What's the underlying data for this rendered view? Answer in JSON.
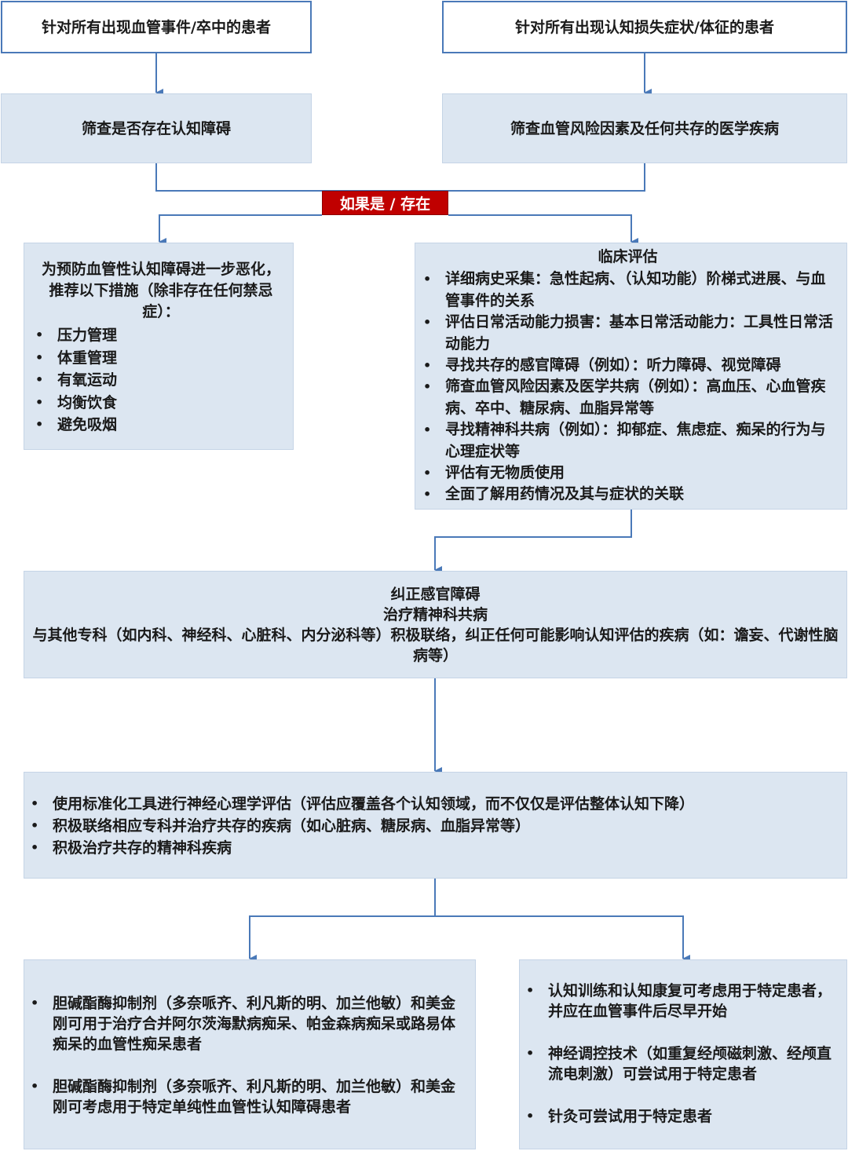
{
  "top_left": "针对所有出现血管事件/卒中的患者",
  "top_right": "针对所有出现认知损失症状/体征的患者",
  "screen_left": "筛查是否存在认知障碍",
  "screen_right": "筛查血管风险因素及任何共存的医学疾病",
  "condition_label": "如果是 / 存在",
  "prevention": {
    "intro": "为预防血管性认知障碍进一步恶化，推荐以下措施（除非存在任何禁忌症）：",
    "items": [
      "压力管理",
      "体重管理",
      "有氧运动",
      "均衡饮食",
      "避免吸烟"
    ]
  },
  "clinical": {
    "title": "临床评估",
    "items": [
      "详细病史采集：急性起病、（认知功能）阶梯式进展、与血管事件的关系",
      "评估日常活动能力损害：基本日常活动能力：工具性日常活动能力",
      "寻找共存的感官障碍（例如）：听力障碍、视觉障碍",
      "筛查血管风险因素及医学共病（例如）：高血压、心血管疾病、卒中、糖尿病、血脂异常等",
      "寻找精神科共病（例如）：抑郁症、焦虑症、痴呆的行为与心理症状等",
      "评估有无物质使用",
      "全面了解用药情况及其与症状的关联"
    ]
  },
  "correction": {
    "line1": "纠正感官障碍",
    "line2": "治疗精神科共病",
    "line3": "与其他专科（如内科、神经科、心脏科、内分泌科等）积极联络，纠正任何可能影响认知评估的疾病（如：谵妄、代谢性脑病等）"
  },
  "assessment": {
    "items": [
      "使用标准化工具进行神经心理学评估（评估应覆盖各个认知领域，而不仅仅是评估整体认知下降）",
      "积极联络相应专科并治疗共存的疾病（如心脏病、糖尿病、血脂异常等）",
      "积极治疗共存的精神科疾病"
    ]
  },
  "drugs": {
    "items": [
      "胆碱酯酶抑制剂（多奈哌齐、利凡斯的明、加兰他敏）和美金刚可用于治疗合并阿尔茨海默病痴呆、帕金森病痴呆或路易体痴呆的血管性痴呆患者",
      "胆碱酯酶抑制剂（多奈哌齐、利凡斯的明、加兰他敏）和美金刚可考虑用于特定单纯性血管性认知障碍患者"
    ]
  },
  "nondrug": {
    "items": [
      "认知训练和认知康复可考虑用于特定患者，并应在血管事件后尽早开始",
      "神经调控技术（如重复经颅磁刺激、经颅直流电刺激）可尝试用于特定患者",
      "针灸可尝试用于特定患者"
    ]
  },
  "colors": {
    "border": "#4a79b8",
    "box_fill": "#dce6f1",
    "connector": "#4a79b8",
    "label_fill": "#c00000"
  }
}
